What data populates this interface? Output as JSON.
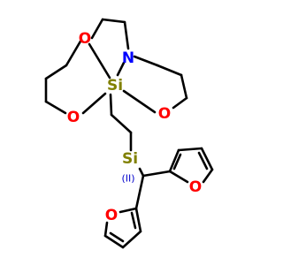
{
  "molecule": {
    "atoms": {
      "o_top_left": "O",
      "n_top": "N",
      "si_cage": "Si",
      "o_bottom_left": "O",
      "o_bottom_right": "O",
      "si_chain": "Si",
      "si_charge": "(II)",
      "o_furan_right": "O",
      "o_furan_left": "O"
    },
    "colors": {
      "bond": "#000000",
      "oxygen": "#ff0000",
      "nitrogen": "#0000ff",
      "silicon": "#808000",
      "charge": "#0000cc"
    }
  }
}
